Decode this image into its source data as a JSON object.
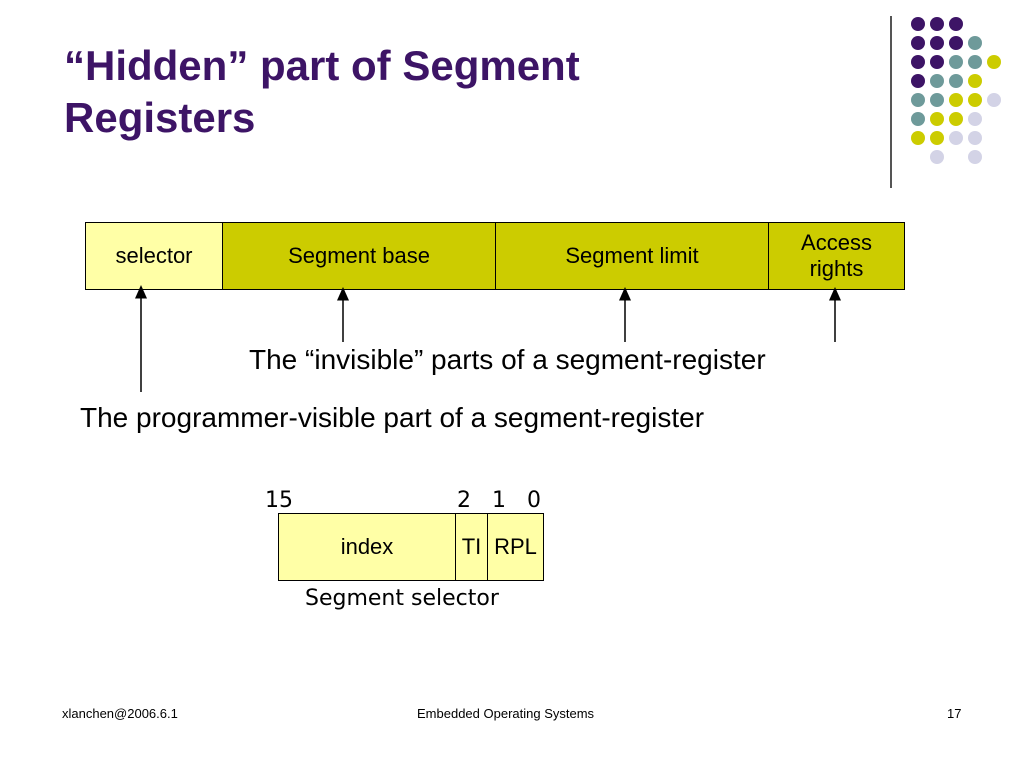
{
  "title": "“Hidden” part of Segment Registers",
  "register": {
    "selector": "selector",
    "segment_base": "Segment base",
    "segment_limit": "Segment limit",
    "access_rights": "Access rights"
  },
  "captions": {
    "invisible": "The “invisible” parts of a segment-register",
    "visible": "The programmer-visible part of a segment-register"
  },
  "selector_diagram": {
    "bit_15": "15",
    "bit_2": "2",
    "bit_1": "1",
    "bit_0": "0",
    "index": "index",
    "ti": "TI",
    "rpl": "RPL",
    "caption": "Segment selector"
  },
  "footer": {
    "left": "xlanchen@2006.6.1",
    "center": "Embedded Operating Systems",
    "page": "17"
  },
  "colors": {
    "title": "#3d1466",
    "purple": "#3d1466",
    "teal": "#6e9a9a",
    "yellow": "#cccc00",
    "lavender": "#d3d3e6",
    "light_yellow": "#ffffa6"
  }
}
